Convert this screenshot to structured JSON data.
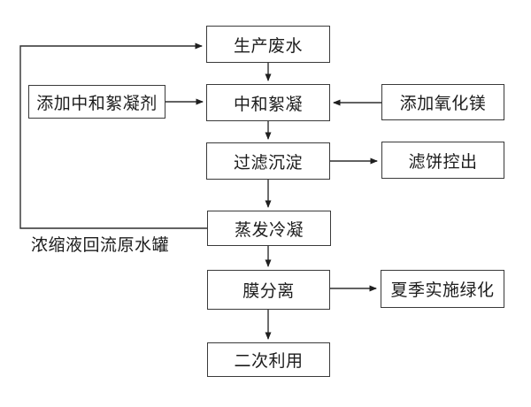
{
  "diagram": {
    "type": "flowchart",
    "colors": {
      "background": "#ffffff",
      "line": "#2f2f2f",
      "box_border": "#3a3a3a",
      "text": "#1c1c1c"
    },
    "nodes": [
      {
        "id": "production-wastewater",
        "label": "生产废水"
      },
      {
        "id": "add-neutralizing-flocculant",
        "label": "添加中和絮凝剂"
      },
      {
        "id": "neutralization-flocculation",
        "label": "中和絮凝"
      },
      {
        "id": "add-magnesium-oxide",
        "label": "添加氧化镁"
      },
      {
        "id": "filtration-sedimentation",
        "label": "过滤沉淀"
      },
      {
        "id": "filter-cake-discharge",
        "label": "滤饼控出"
      },
      {
        "id": "evaporation-condensation",
        "label": "蒸发冷凝"
      },
      {
        "id": "membrane-separation",
        "label": "膜分离"
      },
      {
        "id": "summer-greening",
        "label": "夏季实施绿化"
      },
      {
        "id": "secondary-utilization",
        "label": "二次利用"
      }
    ],
    "recycle_label": "浓缩液回流原水罐",
    "edges": [
      {
        "from": "production-wastewater",
        "to": "neutralization-flocculation"
      },
      {
        "from": "add-neutralizing-flocculant",
        "to": "neutralization-flocculation"
      },
      {
        "from": "add-magnesium-oxide",
        "to": "neutralization-flocculation"
      },
      {
        "from": "neutralization-flocculation",
        "to": "filtration-sedimentation"
      },
      {
        "from": "filtration-sedimentation",
        "to": "filter-cake-discharge"
      },
      {
        "from": "filtration-sedimentation",
        "to": "evaporation-condensation"
      },
      {
        "from": "evaporation-condensation",
        "to": "production-wastewater",
        "label": "浓缩液回流原水罐"
      },
      {
        "from": "evaporation-condensation",
        "to": "membrane-separation"
      },
      {
        "from": "membrane-separation",
        "to": "summer-greening"
      },
      {
        "from": "membrane-separation",
        "to": "secondary-utilization"
      }
    ]
  }
}
